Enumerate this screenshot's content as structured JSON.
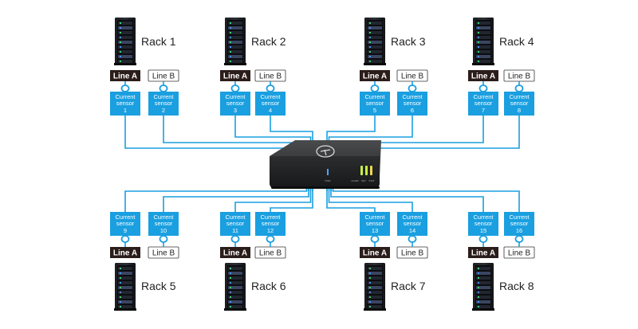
{
  "diagram": {
    "racks": [
      {
        "label": "Rack 1",
        "sensors": [
          "1",
          "2"
        ]
      },
      {
        "label": "Rack 2",
        "sensors": [
          "3",
          "4"
        ]
      },
      {
        "label": "Rack 3",
        "sensors": [
          "5",
          "6"
        ]
      },
      {
        "label": "Rack 4",
        "sensors": [
          "7",
          "8"
        ]
      },
      {
        "label": "Rack 5",
        "sensors": [
          "9",
          "10"
        ]
      },
      {
        "label": "Rack 6",
        "sensors": [
          "11",
          "12"
        ]
      },
      {
        "label": "Rack 7",
        "sensors": [
          "13",
          "14"
        ]
      },
      {
        "label": "Rack 8",
        "sensors": [
          "15",
          "16"
        ]
      }
    ],
    "line_a_label": "Line A",
    "line_b_label": "Line B",
    "sensor_line1": "Current",
    "sensor_line2": "sensor",
    "device_labels": [
      "PWR",
      "CHAIR",
      "SET",
      "STAT"
    ],
    "colors": {
      "wire": "#1a9fe0",
      "sensor": "#1a9fe0",
      "line_a": "#2b1d1a",
      "line_b_border": "#333333",
      "device": "#2e2f30",
      "led_blue": "#4ea3ff",
      "led_green": "#c8f04a",
      "led_yellow": "#f0d84a"
    }
  }
}
